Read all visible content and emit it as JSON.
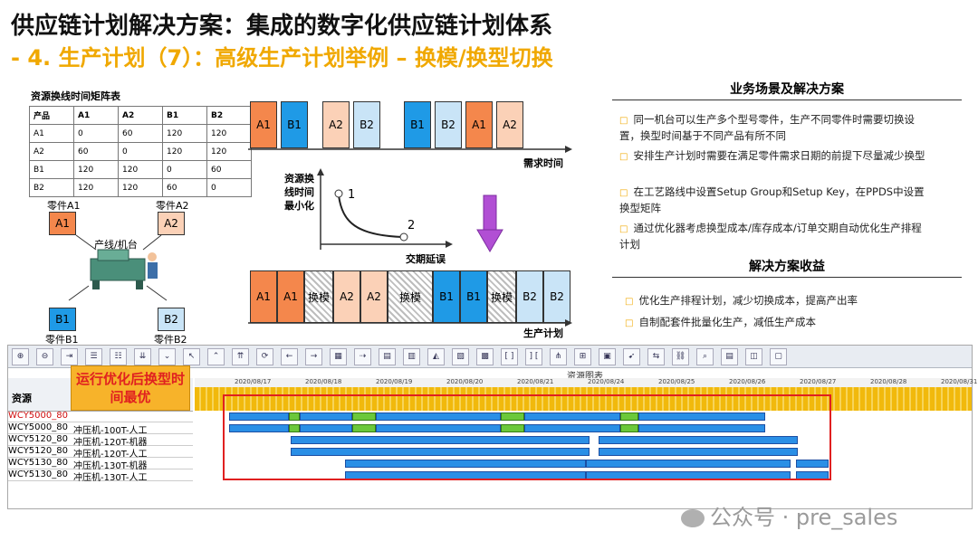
{
  "title": {
    "line1": "供应链计划解决方案：集成的数字化供应链计划体系",
    "line2": "- 4. 生产计划（7）：高级生产计划举例 – 换模/换型切换"
  },
  "matrix": {
    "title": "资源换线时间矩阵表",
    "rows": [
      [
        "产品",
        "A1",
        "A2",
        "B1",
        "B2"
      ],
      [
        "A1",
        "0",
        "60",
        "120",
        "120"
      ],
      [
        "A2",
        "60",
        "0",
        "120",
        "120"
      ],
      [
        "B1",
        "120",
        "120",
        "0",
        "60"
      ],
      [
        "B2",
        "120",
        "120",
        "60",
        "0"
      ]
    ]
  },
  "parts": {
    "a1_label": "零件A1",
    "a1": "A1",
    "a2_label": "零件A2",
    "a2": "A2",
    "b1_label": "零件B1",
    "b1": "B1",
    "b2_label": "零件B2",
    "b2": "B2",
    "machine_label": "产线/机台"
  },
  "demand": {
    "blocks": [
      "A1",
      "B1",
      "A2",
      "B2",
      "B1",
      "B2",
      "A1",
      "A2"
    ],
    "label": "需求时间"
  },
  "curve": {
    "ylabel_1": "资源换",
    "ylabel_2": "线时间",
    "ylabel_3": "最小化",
    "xlabel": "交期延误",
    "point1": "1",
    "point2": "2"
  },
  "production": {
    "blocks": [
      "A1",
      "A1",
      "换模",
      "A2",
      "A2",
      "换模",
      "B1",
      "B1",
      "换模",
      "B2",
      "B2"
    ],
    "label": "生产计划"
  },
  "scenario": {
    "heading": "业务场景及解决方案",
    "bullets": [
      "同一机台可以生产多个型号零件，生产不同零件时需要切换设置，换型时间基于不同产品有所不同",
      "安排生产计划时需要在满足零件需求日期的前提下尽量减少换型",
      "在工艺路线中设置Setup Group和Setup Key，在PPDS中设置换型矩阵",
      "通过优化器考虑换型成本/库存成本/订单交期自动优化生产排程计划"
    ]
  },
  "benefits": {
    "heading": "解决方案收益",
    "bullets": [
      "优化生产排程计划，减少切换成本，提高产出率",
      "自制配套件批量化生产，减低生产成本"
    ]
  },
  "gantt": {
    "chart_title": "资源图表",
    "resource_header": "资源",
    "dates": [
      "2020/08/17",
      "2020/08/18",
      "2020/08/19",
      "2020/08/20",
      "2020/08/21",
      "2020/08/24",
      "2020/08/25",
      "2020/08/26",
      "2020/08/27",
      "2020/08/28",
      "2020/08/31"
    ],
    "rows": [
      {
        "code": "WCY5000_80",
        "name": ""
      },
      {
        "code": "WCY5000_80",
        "name": "冲压机-100T-人工"
      },
      {
        "code": "WCY5120_80",
        "name": "冲压机-120T-机器"
      },
      {
        "code": "WCY5120_80",
        "name": "冲压机-120T-人工"
      },
      {
        "code": "WCY5130_80",
        "name": "冲压机-130T-机器"
      },
      {
        "code": "WCY5130_80",
        "name": "冲压机-130T-人工"
      }
    ],
    "callout": "运行优化后换型时间最优"
  },
  "watermark": "公众号 · pre_sales"
}
